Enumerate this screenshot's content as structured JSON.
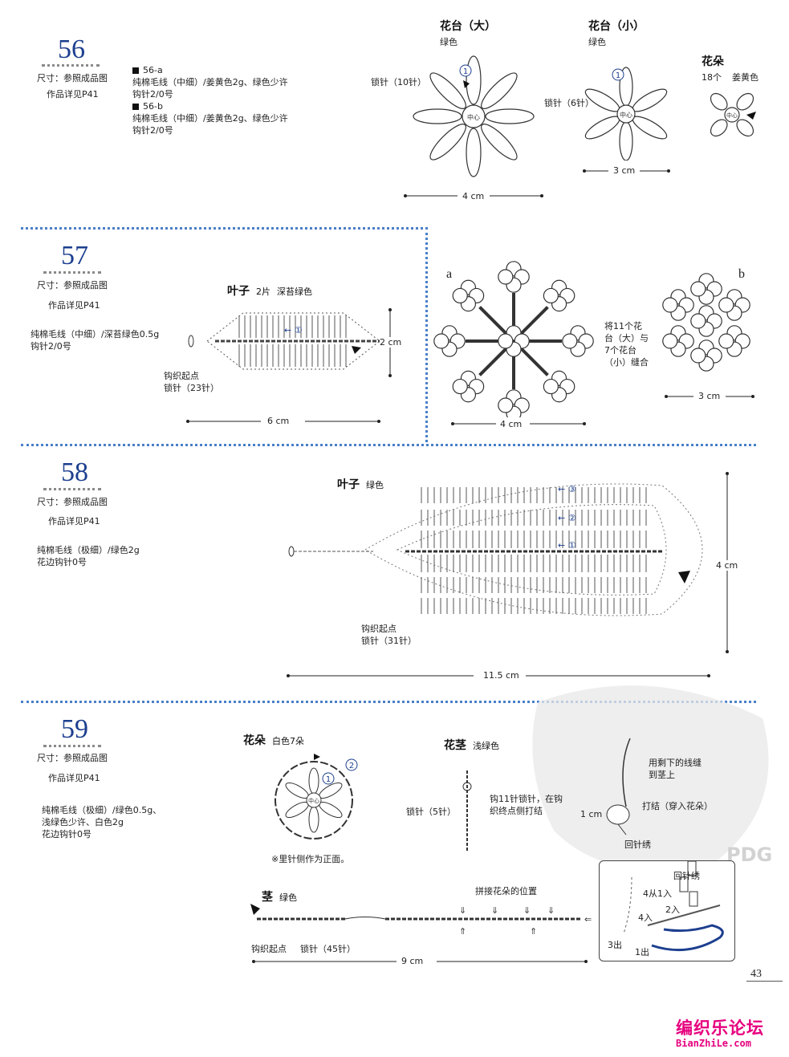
{
  "page_number": "43",
  "watermark": {
    "text": "PDG"
  },
  "brand": {
    "name": "编织乐论坛",
    "url": "BianZhiLe.com",
    "color": "#e6007e"
  },
  "colors": {
    "accent": "#1d3f8f",
    "divider": "#4a7fc8"
  },
  "p56": {
    "number": "56",
    "size": "尺寸：参照成品图",
    "detail": "作品详见P41",
    "a_title": "56-a",
    "a_line1": "纯棉毛线（中细）/姜黄色2g、绿色少许",
    "a_line2": "钩针2/0号",
    "b_title": "56-b",
    "b_line1": "纯棉毛线（中细）/姜黄色2g、绿色少许",
    "b_line2": "钩针2/0号",
    "big": {
      "title": "花台（大）",
      "color": "绿色",
      "chain": "锁针（10针）",
      "width": "4 cm",
      "row": "1",
      "center": "中心"
    },
    "small": {
      "title": "花台（小）",
      "color": "绿色",
      "chain": "锁针（6针）",
      "width": "3 cm",
      "row": "1",
      "center": "中心"
    },
    "flower": {
      "title": "花朵",
      "count": "18个",
      "color": "姜黄色",
      "center": "中心"
    }
  },
  "p57": {
    "number": "57",
    "size": "尺寸：参照成品图",
    "detail": "作品详见P41",
    "mat_line1": "纯棉毛线（中细）/深苔绿色0.5g",
    "mat_line2": "钩针2/0号",
    "leaf": {
      "title": "叶子",
      "count": "2片",
      "color": "深苔绿色",
      "row": "1",
      "height": "2 cm",
      "width": "6 cm",
      "start": "钩织起点",
      "chain": "锁针（23针）"
    },
    "a_label": "a",
    "b_label": "b",
    "a_width": "4 cm",
    "b_width": "3 cm",
    "note": "将11个花台（大）与7个花台（小）缝合"
  },
  "p58": {
    "number": "58",
    "size": "尺寸：参照成品图",
    "detail": "作品详见P41",
    "mat_line1": "纯棉毛线（极细）/绿色2g",
    "mat_line2": "花边钩针0号",
    "leaf": {
      "title": "叶子",
      "color": "绿色",
      "rows": [
        "3",
        "2",
        "1"
      ],
      "height": "4 cm",
      "width": "11.5 cm",
      "start": "钩织起点",
      "chain": "锁针（31针）"
    }
  },
  "p59": {
    "number": "59",
    "size": "尺寸：参照成品图",
    "detail": "作品详见P41",
    "mat_line1": "纯棉毛线（极细）/绿色0.5g、",
    "mat_line2": "浅绿色少许、白色2g",
    "mat_line3": "花边钩针0号",
    "flower": {
      "title": "花朵",
      "detail": "白色7朵",
      "rows": [
        "1",
        "2"
      ],
      "center": "中心",
      "note": "※里针侧作为正面。"
    },
    "stalk_small": {
      "title": "花茎",
      "color": "浅绿色",
      "chain": "锁针（5针）",
      "note_line1": "钩11针锁针，在钩",
      "note_line2": "织终点侧打结"
    },
    "assembly": {
      "line1": "用剩下的线缝",
      "line2": "到茎上",
      "knot": "打结（穿入花朵）",
      "size": "1 cm",
      "back": "回针绣"
    },
    "stem": {
      "title": "茎",
      "color": "绿色",
      "join": "拼接花朵的位置",
      "start": "钩织起点",
      "chain": "锁针（45针）",
      "width": "9 cm"
    },
    "backstitch": {
      "title": "回针绣",
      "s1": "1出",
      "s2": "2入",
      "s3": "3出",
      "s4a": "4入",
      "s4b": "4从1入"
    }
  }
}
